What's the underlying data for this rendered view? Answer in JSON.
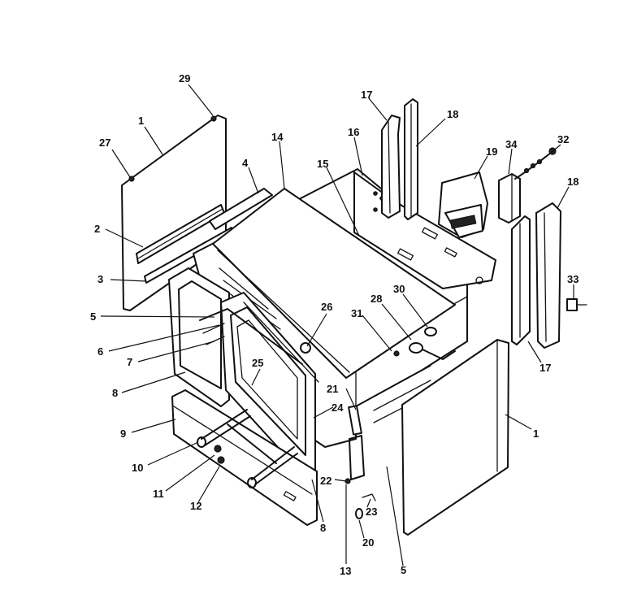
{
  "callouts": [
    {
      "key": "c29",
      "text": "29"
    },
    {
      "key": "c1a",
      "text": "1"
    },
    {
      "key": "c27",
      "text": "27"
    },
    {
      "key": "c2",
      "text": "2"
    },
    {
      "key": "c3",
      "text": "3"
    },
    {
      "key": "c5a",
      "text": "5"
    },
    {
      "key": "c6",
      "text": "6"
    },
    {
      "key": "c7",
      "text": "7"
    },
    {
      "key": "c8a",
      "text": "8"
    },
    {
      "key": "c9",
      "text": "9"
    },
    {
      "key": "c10",
      "text": "10"
    },
    {
      "key": "c11",
      "text": "11"
    },
    {
      "key": "c12",
      "text": "12"
    },
    {
      "key": "c4",
      "text": "4"
    },
    {
      "key": "c14",
      "text": "14"
    },
    {
      "key": "c15",
      "text": "15"
    },
    {
      "key": "c16",
      "text": "16"
    },
    {
      "key": "c17a",
      "text": "17"
    },
    {
      "key": "c18a",
      "text": "18"
    },
    {
      "key": "c19",
      "text": "19"
    },
    {
      "key": "c34",
      "text": "34"
    },
    {
      "key": "c32",
      "text": "32"
    },
    {
      "key": "c18b",
      "text": "18"
    },
    {
      "key": "c33",
      "text": "33"
    },
    {
      "key": "c17b",
      "text": "17"
    },
    {
      "key": "c1b",
      "text": "1"
    },
    {
      "key": "c26",
      "text": "26"
    },
    {
      "key": "c28",
      "text": "28"
    },
    {
      "key": "c30",
      "text": "30"
    },
    {
      "key": "c31",
      "text": "31"
    },
    {
      "key": "c25",
      "text": "25"
    },
    {
      "key": "c21",
      "text": "21"
    },
    {
      "key": "c24",
      "text": "24"
    },
    {
      "key": "c22",
      "text": "22"
    },
    {
      "key": "c23",
      "text": "23"
    },
    {
      "key": "c20",
      "text": "20"
    },
    {
      "key": "c13",
      "text": "13"
    },
    {
      "key": "c5b",
      "text": "5"
    },
    {
      "key": "c8b",
      "text": "8"
    }
  ]
}
